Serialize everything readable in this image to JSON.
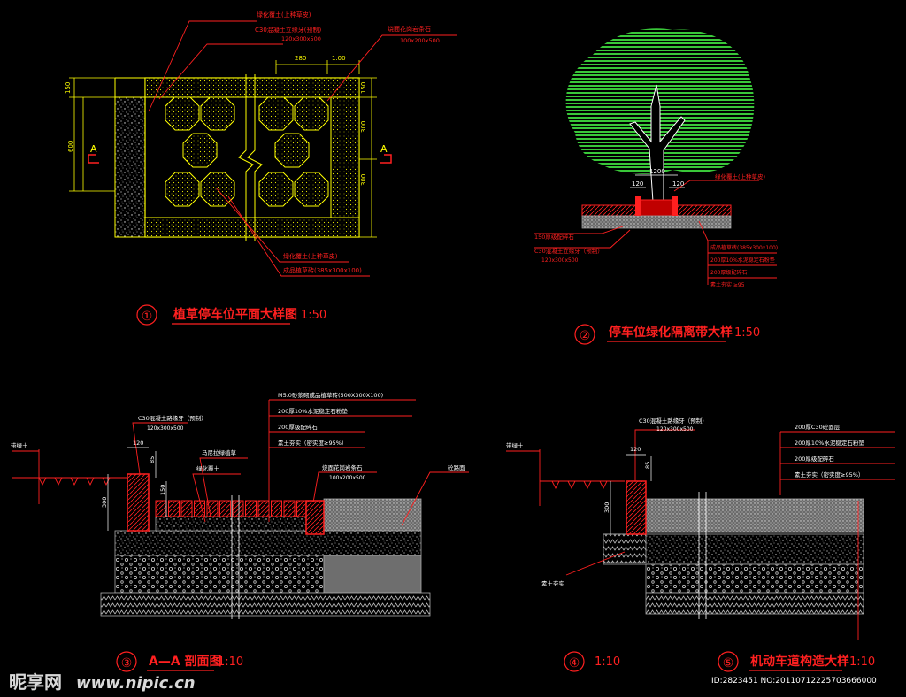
{
  "colors": {
    "background": "#000000",
    "yellow": "#ffff00",
    "red": "#ff2020",
    "white": "#ffffff",
    "green": "#33cc33",
    "grey": "#b0b0b0",
    "dim": "#d8d8d8"
  },
  "detail1": {
    "number": "①",
    "title": "植草停车位平面大样图",
    "scale": "1:50",
    "section_mark": "A",
    "dims": {
      "top_left": "280",
      "top_right": "1.00",
      "left_top": "150",
      "left_main": "600",
      "right_top": "150",
      "right_mid": "300",
      "right_bottom": "300"
    },
    "callouts": [
      "绿化覆土(上种草皮)",
      "C30混凝土立缘牙(预制)",
      "120x300x500",
      "烧面花岗岩条石",
      "100x200x500",
      "绿化覆土(上种草皮)",
      "成品植草砖(385x300x100)"
    ]
  },
  "detail2": {
    "number": "②",
    "title": "停车位绿化隔离带大样",
    "scale": "1:50",
    "dims": {
      "width": "1200",
      "left": "120",
      "right": "120"
    },
    "callouts_left": [
      "150厚级配碎石",
      "C30混凝土立缘牙（预制）",
      "120x300x500"
    ],
    "callouts_right": [
      "绿化覆土(上种草皮)",
      "成品植草砖(385x300x100)",
      "200厚10%水泥稳定石粉垫",
      "200厚级配碎石",
      "素土夯实 ≥95"
    ]
  },
  "detail3": {
    "number": "③",
    "title": "A—A 剖面图",
    "scale": "1:10",
    "callouts_top": [
      "M5.0砂浆砌成品植草砖(500X300X100)",
      "200厚10%水泥稳定石粉垫",
      "200厚级配碎石",
      "素土夯实（密实度≥95%）",
      "烧面花岗岩条石",
      "100x200x500"
    ],
    "callouts": [
      "C30混凝土路缘牙（预制）",
      "120x300x500",
      "马尼拉绿植草",
      "绿化覆土",
      "砼路面",
      "带绿土"
    ],
    "dims": [
      "120",
      "85",
      "150",
      "300"
    ]
  },
  "detail4": {
    "number": "④",
    "scale": "1:10"
  },
  "detail5": {
    "number": "⑤",
    "title": "机动车道构造大样",
    "scale": "1:10",
    "callouts_top": [
      "C30混凝土路缘牙（预制）",
      "120x300x500"
    ],
    "callouts_right": [
      "200厚C30砼面层",
      "200厚10%水泥稳定石粉垫",
      "200厚级配碎石",
      "素土夯实（密实度≥95%）"
    ],
    "callouts": [
      "带绿土",
      "素土夯实"
    ],
    "dims": [
      "120",
      "85",
      "300"
    ]
  },
  "watermark": {
    "site": "昵享网",
    "url": "www.nipic.cn",
    "id": "ID:2823451 NO:20110712225703666000"
  }
}
